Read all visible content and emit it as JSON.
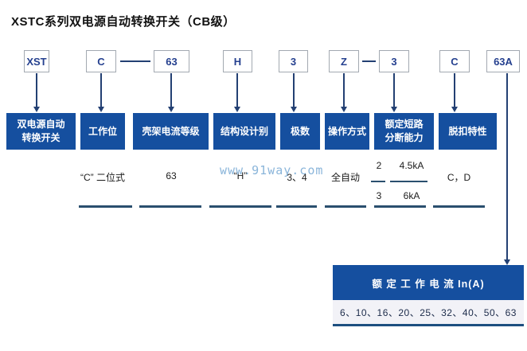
{
  "page": {
    "title": "XSTC系列双电源自动转换开关（CB级）",
    "watermark": "www.91way.com"
  },
  "colors": {
    "label_box_blue": "#154f9f",
    "arrow_navy": "#234073",
    "underline_blue": "#2a4f6e",
    "code_text_navy": "#25408f",
    "watermark_blue": "#8ab5da"
  },
  "model_code": {
    "segments": [
      "XST",
      "C",
      "63",
      "H",
      "3",
      "Z",
      "3",
      "C",
      "63A"
    ]
  },
  "fields": [
    {
      "label": "双电源自动\n转换开关"
    },
    {
      "label": "工作位",
      "value": "“C” 二位式"
    },
    {
      "label": "壳架电流等级",
      "value": "63"
    },
    {
      "label": "结构设计别",
      "value": "“H”"
    },
    {
      "label": "极数",
      "value": "3、4"
    },
    {
      "label": "操作方式",
      "value": "全自动"
    },
    {
      "label": "额定短路\n分断能力",
      "breaking_capacity": [
        {
          "poles": "2",
          "capacity": "4.5kA"
        },
        {
          "poles": "3",
          "capacity": "6kA"
        }
      ]
    },
    {
      "label": "脱扣特性",
      "value": "C，D"
    }
  ],
  "rated_current": {
    "header": "额 定 工 作 电 流  In(A)",
    "values": "6、10、16、20、25、32、40、50、63"
  }
}
